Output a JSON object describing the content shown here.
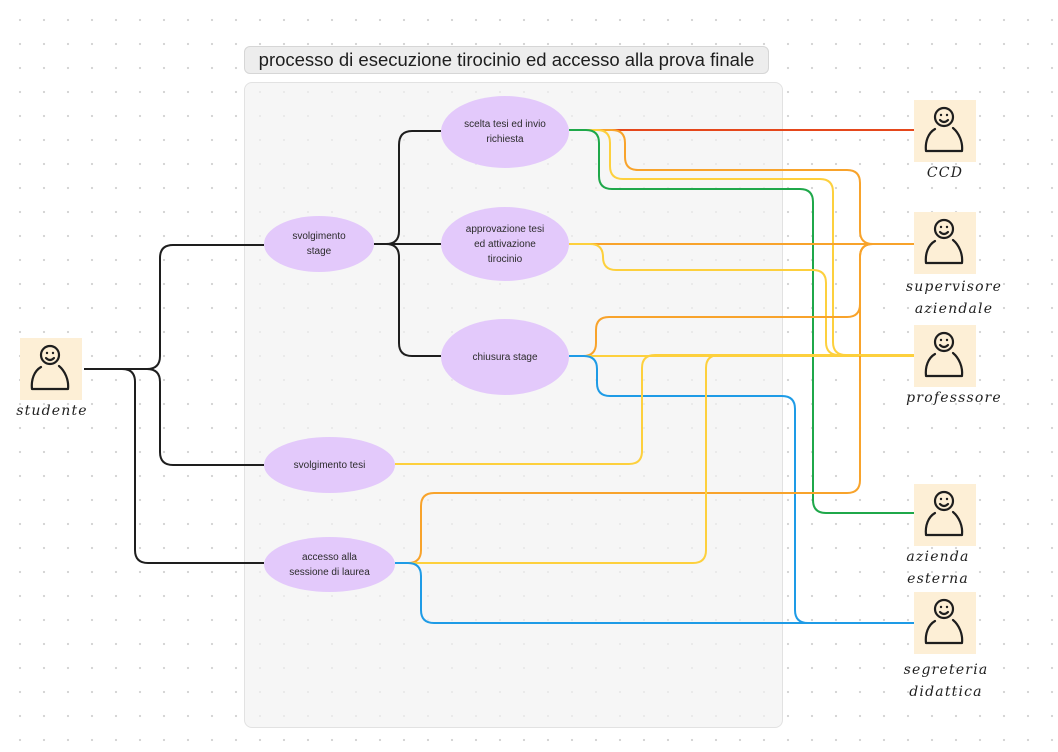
{
  "title": "processo di esecuzione tirocinio ed accesso alla prova finale",
  "colors": {
    "background": "#ffffff",
    "container": "#f2f2f2",
    "ellipse": "#e3c9fb",
    "actor": "#fdefd6",
    "wire_black": "#1e1e1e",
    "wire_red": "#e5471b",
    "wire_orange": "#f8a32b",
    "wire_yellow": "#fdd03d",
    "wire_green": "#1fa84a",
    "wire_blue": "#1e9be6"
  },
  "actors": [
    {
      "id": "studente",
      "label": "studente",
      "icon": "person-sticker-icon"
    },
    {
      "id": "ccd",
      "label": "CCD",
      "icon": "person-sticker-icon"
    },
    {
      "id": "supervisore",
      "label": "supervisore\naziendale",
      "icon": "person-sticker-icon"
    },
    {
      "id": "professore",
      "label": "professsore",
      "icon": "person-sticker-icon"
    },
    {
      "id": "azienda",
      "label": "azienda\nesterna",
      "icon": "person-sticker-icon"
    },
    {
      "id": "segreteria",
      "label": "segreteria\ndidattica",
      "icon": "person-sticker-icon"
    }
  ],
  "use_cases": [
    {
      "id": "svolgimento_stage",
      "label": "svolgimento\nstage"
    },
    {
      "id": "scelta_tesi",
      "label": "scelta tesi ed invio\nrichiesta"
    },
    {
      "id": "approvazione_tesi",
      "label": "approvazione tesi\ned attivazione\ntirocinio"
    },
    {
      "id": "chiusura_stage",
      "label": "chiusura stage"
    },
    {
      "id": "svolgimento_tesi",
      "label": "svolgimento tesi"
    },
    {
      "id": "accesso_sessione",
      "label": "accesso alla\nsessione di laurea"
    }
  ],
  "connections": [
    {
      "from": "studente",
      "to": "svolgimento_stage",
      "color": "black"
    },
    {
      "from": "studente",
      "to": "svolgimento_tesi",
      "color": "black"
    },
    {
      "from": "studente",
      "to": "accesso_sessione",
      "color": "black"
    },
    {
      "from": "svolgimento_stage",
      "to": "scelta_tesi",
      "color": "black"
    },
    {
      "from": "svolgimento_stage",
      "to": "approvazione_tesi",
      "color": "black"
    },
    {
      "from": "svolgimento_stage",
      "to": "chiusura_stage",
      "color": "black"
    },
    {
      "from": "scelta_tesi",
      "to": "ccd",
      "color": "red"
    },
    {
      "from": "scelta_tesi",
      "to": "supervisore",
      "color": "orange"
    },
    {
      "from": "scelta_tesi",
      "to": "professore",
      "color": "yellow"
    },
    {
      "from": "scelta_tesi",
      "to": "azienda",
      "color": "green"
    },
    {
      "from": "approvazione_tesi",
      "to": "supervisore",
      "color": "orange"
    },
    {
      "from": "approvazione_tesi",
      "to": "professore",
      "color": "yellow"
    },
    {
      "from": "chiusura_stage",
      "to": "supervisore",
      "color": "orange"
    },
    {
      "from": "chiusura_stage",
      "to": "professore",
      "color": "yellow"
    },
    {
      "from": "chiusura_stage",
      "to": "segreteria",
      "color": "blue"
    },
    {
      "from": "svolgimento_tesi",
      "to": "professore",
      "color": "yellow"
    },
    {
      "from": "accesso_sessione",
      "to": "supervisore",
      "color": "orange"
    },
    {
      "from": "accesso_sessione",
      "to": "professore",
      "color": "yellow"
    },
    {
      "from": "accesso_sessione",
      "to": "segreteria",
      "color": "blue"
    }
  ]
}
